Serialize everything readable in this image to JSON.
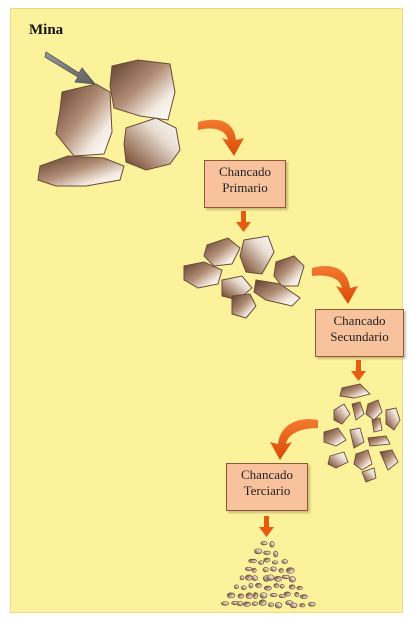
{
  "source_label": "Mina",
  "stages": [
    {
      "line1": "Chancado",
      "line2": "Primario"
    },
    {
      "line1": "Chancado",
      "line2": "Secundario"
    },
    {
      "line1": "Chancado",
      "line2": "Terciario"
    }
  ],
  "colors": {
    "background": "#fcf29c",
    "box_fill": "#f7c29c",
    "flow_arrow": "#ee5a0c",
    "mine_arrow": "#7f7f7f",
    "rock_dark": "#6b4a36"
  }
}
